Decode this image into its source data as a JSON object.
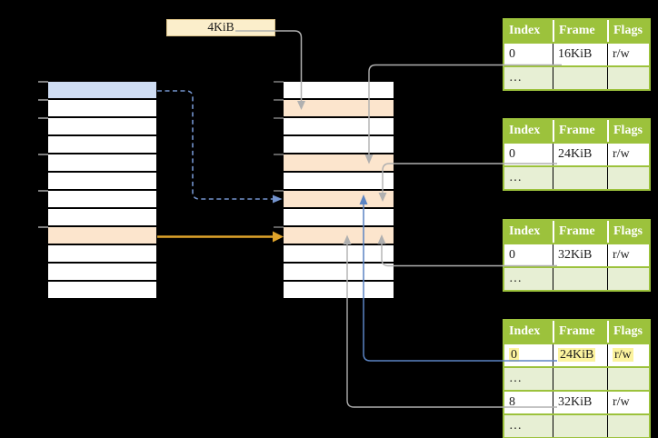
{
  "diagram": {
    "background": "#000000",
    "frame_size_label": "4KiB",
    "colors": {
      "page_blue": "#cfddf3",
      "frame_orange": "#fce5cd",
      "table_header_green": "#9cc23c",
      "table_row_green": "#e7efd4",
      "highlight_yellow": "#fcf39e",
      "label_cream": "#fbeecb",
      "arrow_gray": "#b0b0b0",
      "arrow_blue": "#5b84c4",
      "arrow_dashed_blue": "#7494ce",
      "arrow_orange": "#e0a42b"
    },
    "virtual_memory_column": {
      "row_count": 12,
      "blue_page_row": 0,
      "orange_page_row": 8
    },
    "physical_memory_column": {
      "row_count": 12,
      "orange_frame_rows": [
        1,
        4,
        6,
        8
      ]
    }
  },
  "tables": [
    {
      "headers": [
        "Index",
        "Frame",
        "Flags"
      ],
      "rows": [
        [
          "0",
          "16KiB",
          "r/w"
        ],
        [
          "…",
          "",
          ""
        ]
      ]
    },
    {
      "headers": [
        "Index",
        "Frame",
        "Flags"
      ],
      "rows": [
        [
          "0",
          "24KiB",
          "r/w"
        ],
        [
          "…",
          "",
          ""
        ]
      ]
    },
    {
      "headers": [
        "Index",
        "Frame",
        "Flags"
      ],
      "rows": [
        [
          "0",
          "32KiB",
          "r/w"
        ],
        [
          "…",
          "",
          ""
        ]
      ]
    },
    {
      "headers": [
        "Index",
        "Frame",
        "Flags"
      ],
      "rows": [
        [
          "0",
          "24KiB",
          "r/w"
        ],
        [
          "…",
          "",
          ""
        ],
        [
          "8",
          "32KiB",
          "r/w"
        ],
        [
          "…",
          "",
          ""
        ]
      ],
      "highlighted_row": 0
    }
  ]
}
